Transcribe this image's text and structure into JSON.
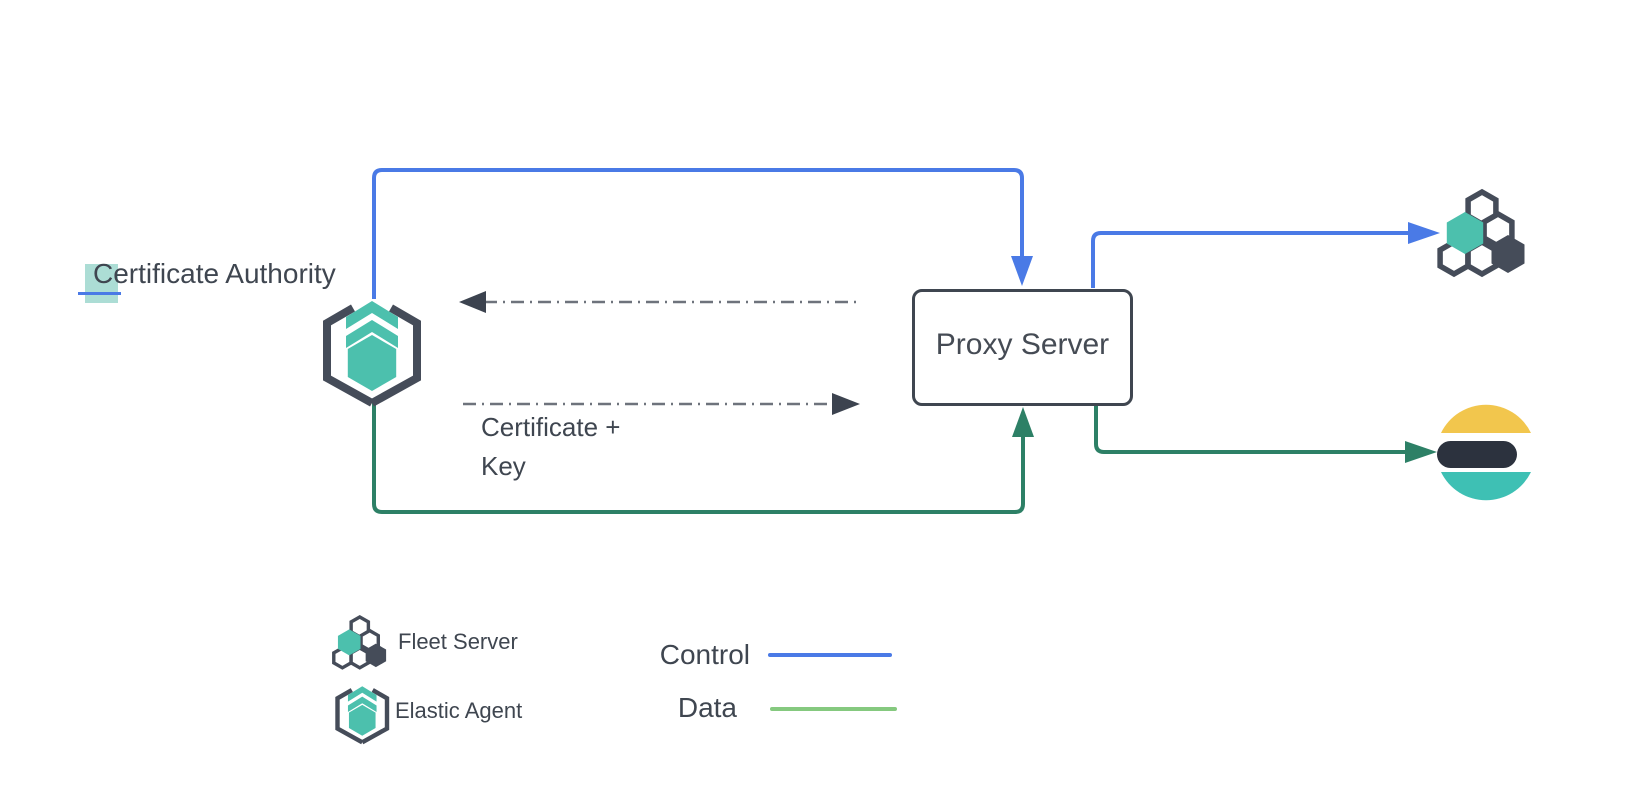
{
  "nodes": {
    "certificate_authority": {
      "label": "Certificate Authority"
    },
    "proxy_server": {
      "label": "Proxy Server"
    },
    "elastic_agent": {
      "icon": "elastic-agent-icon"
    },
    "fleet_server": {
      "icon": "fleet-server-icon"
    },
    "elasticsearch": {
      "icon": "elasticsearch-logo"
    }
  },
  "connectors": {
    "certificate_key_label": "Certificate + Key",
    "control_color": "#4a7ae6",
    "data_color": "#2d8066",
    "dash_color": "#6e737c"
  },
  "legend": {
    "items": [
      {
        "icon": "fleet-server-icon",
        "label": "Fleet Server"
      },
      {
        "icon": "elastic-agent-icon",
        "label": "Elastic Agent"
      }
    ],
    "lines": [
      {
        "label": "Control",
        "color": "#4a7ae6"
      },
      {
        "label": "Data",
        "color": "#85c97f"
      }
    ]
  },
  "palette": {
    "teal": "#4cc0ad",
    "slate": "#454c59",
    "text": "#3f4650",
    "es_yellow": "#f2c64d",
    "es_dark": "#2c323e",
    "es_teal": "#3ec0b4",
    "selection_highlight": "rgba(70,180,162,0.45)"
  }
}
